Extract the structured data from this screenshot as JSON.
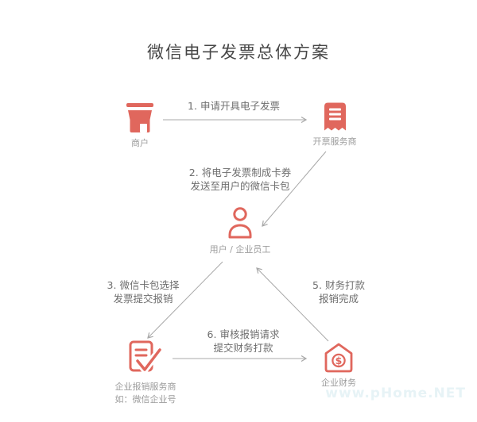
{
  "title": "微信电子发票总体方案",
  "colors": {
    "accent": "#e0675d",
    "arrow": "#a8a8a8",
    "title_text": "#474747",
    "step_text": "#6e6e6e",
    "label_text": "#9c9c9c",
    "watermark": "#e7f3f6",
    "background": "#ffffff"
  },
  "nodes": {
    "merchant": {
      "label": "商户",
      "icon": "storefront-icon"
    },
    "invoice_provider": {
      "label": "开票服务商",
      "icon": "receipt-icon"
    },
    "user": {
      "label": "用户 / 企业员工",
      "icon": "person-icon"
    },
    "reimbursement_provider": {
      "label": "企业报销服务商",
      "sublabel": "如：微信企业号",
      "icon": "document-check-icon"
    },
    "finance": {
      "label": "企业财务",
      "icon": "house-dollar-icon",
      "icon_symbol": "$"
    }
  },
  "steps": {
    "step1": {
      "line1": "1. 申请开具电子发票",
      "from": "merchant",
      "to": "invoice_provider"
    },
    "step2": {
      "line1": "2. 将电子发票制成卡券",
      "line2": "发送至用户的微信卡包",
      "from": "invoice_provider",
      "to": "user"
    },
    "step3": {
      "line1": "3. 微信卡包选择",
      "line2": "发票提交报销",
      "from": "user",
      "to": "reimbursement_provider"
    },
    "step5": {
      "line1": "5. 财务打款",
      "line2": "报销完成",
      "from": "finance",
      "to": "user"
    },
    "step6": {
      "line1": "6. 审核报销请求",
      "line2": "提交财务打款",
      "from": "reimbursement_provider",
      "to": "finance"
    }
  },
  "watermark": "www.pHome.NET"
}
